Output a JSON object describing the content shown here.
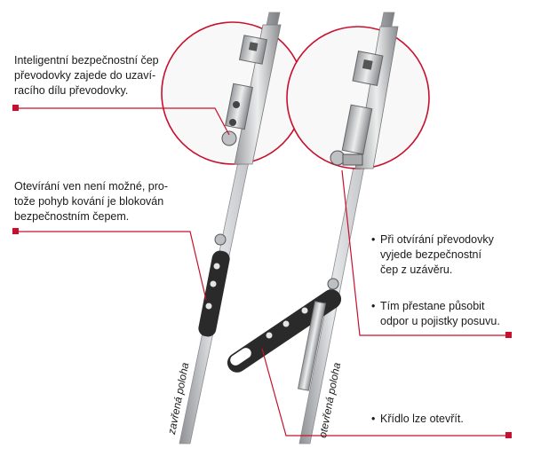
{
  "callouts": {
    "pin": [
      "Inteligentní bezpečnostní čep",
      "převodovky zajede do uzaví-",
      "racího dílu převodovky."
    ],
    "blocked": [
      "Otevírání ven není možné, pro-",
      "tože pohyb kování je blokován",
      "bezpečnostním čepem."
    ]
  },
  "bullets": {
    "gear_open": [
      "Při otvírání převodovky",
      "vyjede bezpečnostní",
      "čep z uzávěru."
    ],
    "resistance": [
      "Tím přestane působit",
      "odpor u pojistky posuvu."
    ],
    "sash": [
      "Křídlo lze otevřít."
    ]
  },
  "rotated_labels": {
    "closed": "zavřená poloha",
    "open": "otevřená poloha"
  },
  "colors": {
    "accent": "#c8102e",
    "arm": "#2a2a2a",
    "rail": "#c9cbce"
  }
}
